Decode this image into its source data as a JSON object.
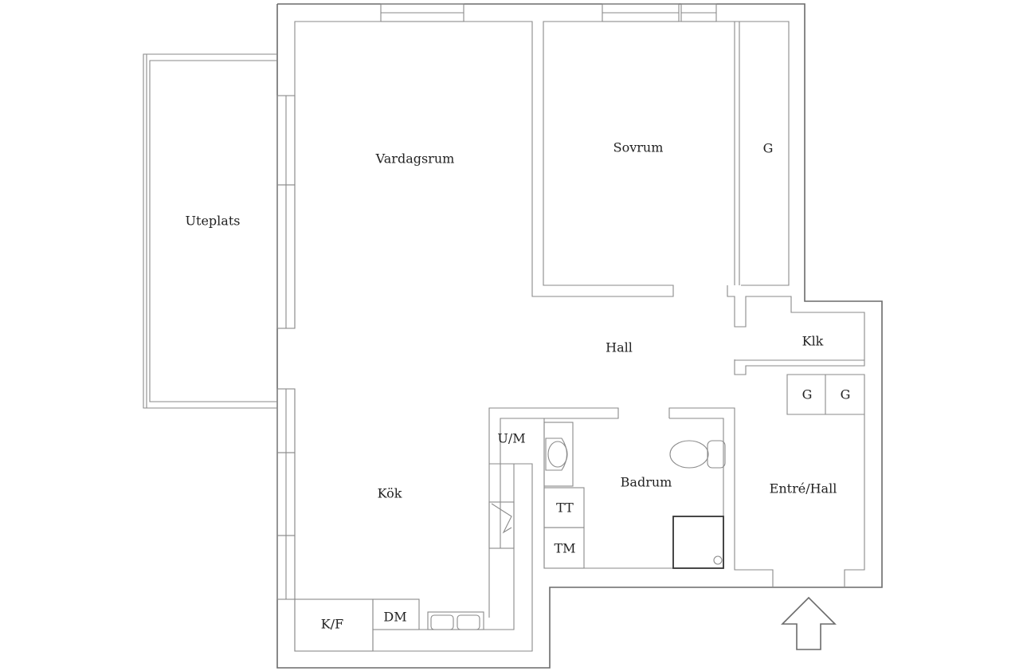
{
  "rooms": {
    "vardagsrum": "Vardagsrum",
    "sovrum": "Sovrum",
    "garderob_sovrum": "G",
    "uteplats": "Uteplats",
    "hall": "Hall",
    "klk": "Klk",
    "garderob_1": "G",
    "garderob_2": "G",
    "um": "U/M",
    "badrum": "Badrum",
    "entre_hall": "Entré/Hall",
    "kok": "Kök",
    "tt": "TT",
    "tm": "TM",
    "kf": "K/F",
    "dm": "DM"
  },
  "icons": {
    "entrance": "entrance-arrow-icon"
  }
}
